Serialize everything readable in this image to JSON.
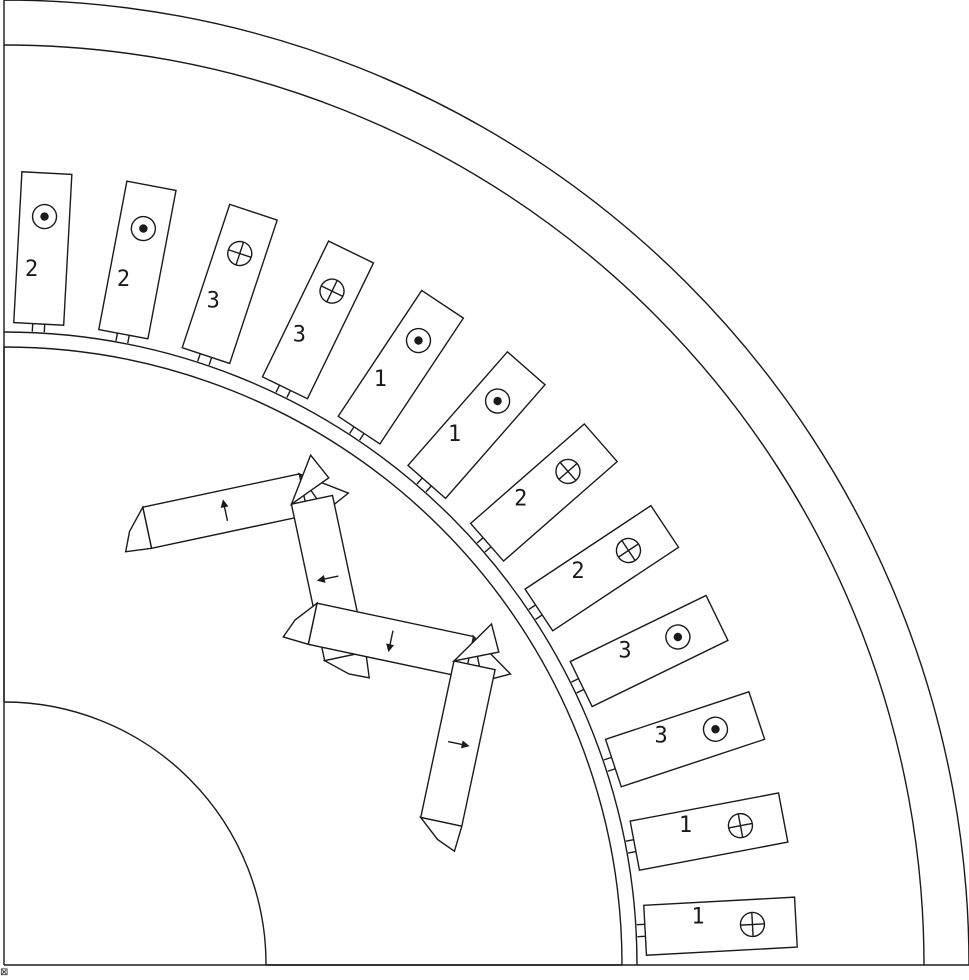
{
  "colors": {
    "stroke": "#1a1a1a",
    "background": "#ffffff"
  },
  "slots": [
    {
      "phase": "2",
      "current": "out"
    },
    {
      "phase": "2",
      "current": "out"
    },
    {
      "phase": "3",
      "current": "in"
    },
    {
      "phase": "3",
      "current": "in"
    },
    {
      "phase": "1",
      "current": "out"
    },
    {
      "phase": "1",
      "current": "out"
    },
    {
      "phase": "2",
      "current": "in"
    },
    {
      "phase": "2",
      "current": "in"
    },
    {
      "phase": "3",
      "current": "out"
    },
    {
      "phase": "3",
      "current": "out"
    },
    {
      "phase": "1",
      "current": "in"
    },
    {
      "phase": "1",
      "current": "in"
    }
  ],
  "magnets": [
    {
      "magnetization": "inward"
    },
    {
      "magnetization": "inward"
    },
    {
      "magnetization": "outward"
    },
    {
      "magnetization": "outward"
    }
  ],
  "corner_mark": "⊠"
}
